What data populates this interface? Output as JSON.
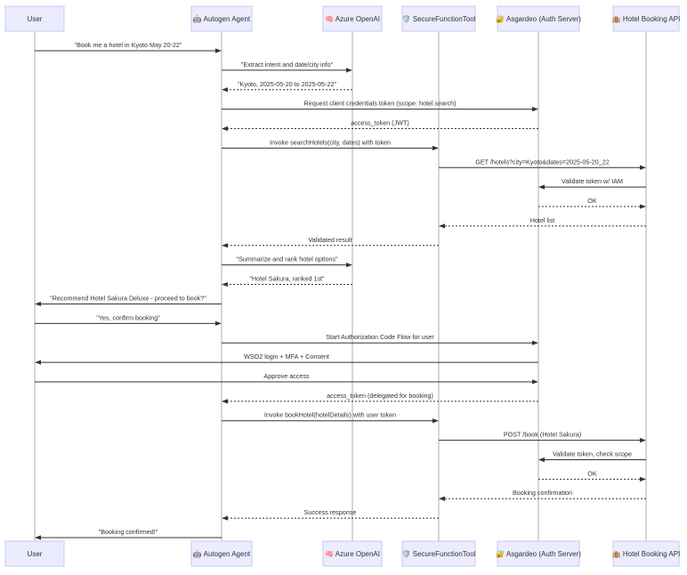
{
  "participants": [
    {
      "id": "user",
      "icon": "",
      "name": "User"
    },
    {
      "id": "agent",
      "icon": "🤖",
      "name": "Autogen Agent"
    },
    {
      "id": "openai",
      "icon": "🧠",
      "name": "Azure OpenAI"
    },
    {
      "id": "tool",
      "icon": "🛡️",
      "name": "SecureFunctionTool"
    },
    {
      "id": "auth",
      "icon": "🔐",
      "name": "Asgardeo (Auth Server)"
    },
    {
      "id": "api",
      "icon": "🏨",
      "name": "Hotel Booking API"
    }
  ],
  "messages": [
    {
      "from": "user",
      "to": "agent",
      "style": "solid",
      "text": "\"Book me a hotel in Kyoto May 20-22\""
    },
    {
      "from": "agent",
      "to": "openai",
      "style": "solid",
      "text": "\"Extract intent and date/city info\""
    },
    {
      "from": "openai",
      "to": "agent",
      "style": "dotted",
      "text": "\"Kyoto, 2025-05-20 to 2025-05-22\""
    },
    {
      "from": "agent",
      "to": "auth",
      "style": "solid",
      "text": "Request client credentials token (scope: hotel.search)"
    },
    {
      "from": "auth",
      "to": "agent",
      "style": "dotted",
      "text": "access_token (JWT)"
    },
    {
      "from": "agent",
      "to": "tool",
      "style": "solid",
      "text": "Invoke searchHotels(city, dates) with token"
    },
    {
      "from": "tool",
      "to": "api",
      "style": "solid",
      "text": "GET /hotels?city=Kyoto&dates=2025-05-20_22"
    },
    {
      "from": "api",
      "to": "auth",
      "style": "solid",
      "text": "Validate token w/ IAM"
    },
    {
      "from": "auth",
      "to": "api",
      "style": "dotted",
      "text": "OK"
    },
    {
      "from": "api",
      "to": "tool",
      "style": "dotted",
      "text": "Hotel list"
    },
    {
      "from": "tool",
      "to": "agent",
      "style": "dotted",
      "text": "Validated result"
    },
    {
      "from": "agent",
      "to": "openai",
      "style": "solid",
      "text": "\"Summarize and rank hotel options\""
    },
    {
      "from": "openai",
      "to": "agent",
      "style": "dotted",
      "text": "\"Hotel Sakura, ranked 1st\""
    },
    {
      "from": "agent",
      "to": "user",
      "style": "solid",
      "text": "\"Recommend Hotel Sakura Deluxe - proceed to book?\""
    },
    {
      "from": "user",
      "to": "agent",
      "style": "solid",
      "text": "\"Yes, confirm booking\""
    },
    {
      "from": "agent",
      "to": "auth",
      "style": "solid",
      "text": "Start Authorization Code Flow for user"
    },
    {
      "from": "auth",
      "to": "user",
      "style": "solid",
      "text": "WSO2 login + MFA + Consent"
    },
    {
      "from": "user",
      "to": "auth",
      "style": "solid",
      "text": "Approve access"
    },
    {
      "from": "auth",
      "to": "agent",
      "style": "dotted",
      "text": "access_token (delegated for booking)"
    },
    {
      "from": "agent",
      "to": "tool",
      "style": "solid",
      "text": "Invoke bookHotel(hotelDetails) with user token"
    },
    {
      "from": "tool",
      "to": "api",
      "style": "solid",
      "text": "POST /book (Hotel Sakura)"
    },
    {
      "from": "api",
      "to": "auth",
      "style": "solid",
      "text": "Validate token, check scope"
    },
    {
      "from": "auth",
      "to": "api",
      "style": "dotted",
      "text": "OK"
    },
    {
      "from": "api",
      "to": "tool",
      "style": "dotted",
      "text": "Booking confirmation"
    },
    {
      "from": "tool",
      "to": "agent",
      "style": "dotted",
      "text": "Success response"
    },
    {
      "from": "agent",
      "to": "user",
      "style": "solid",
      "text": "\"Booking confirmed!\""
    }
  ]
}
